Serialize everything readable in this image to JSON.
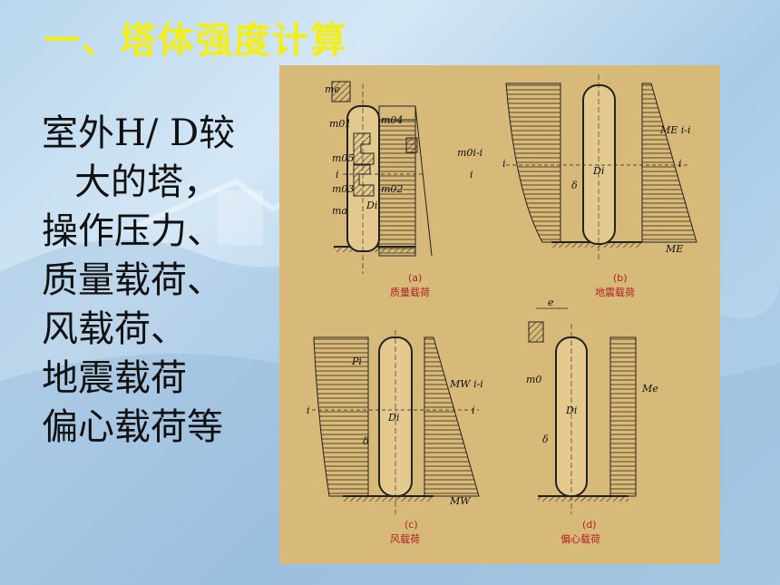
{
  "slide": {
    "title": "一、塔体强度计算",
    "list": [
      "室外H/ D较",
      "大的塔，",
      "操作压力、",
      "质量载荷、",
      "风载荷、",
      "地震载荷",
      "偏心载荷等"
    ]
  },
  "figure": {
    "panels": [
      {
        "letter": "(a)",
        "caption": "质量载荷",
        "labels": [
          "me",
          "m01",
          "m04",
          "m05",
          "m03",
          "m02",
          "ma",
          "m0i-i",
          "Di",
          "i",
          "i"
        ]
      },
      {
        "letter": "(b)",
        "caption": "地震载荷",
        "labels": [
          "ME i-i",
          "ME",
          "Di",
          "δ",
          "i",
          "i"
        ]
      },
      {
        "letter": "(c)",
        "caption": "风载荷",
        "labels": [
          "Pi",
          "MW i-i",
          "MW",
          "Di",
          "δ",
          "i",
          "i"
        ]
      },
      {
        "letter": "(d)",
        "caption": "偏心载荷",
        "labels": [
          "e",
          "m0",
          "Me",
          "Di",
          "δ"
        ]
      }
    ]
  },
  "colors": {
    "title": "#f2ee1a",
    "figure_bg": "#d7b97a",
    "caption": "#b02020"
  }
}
